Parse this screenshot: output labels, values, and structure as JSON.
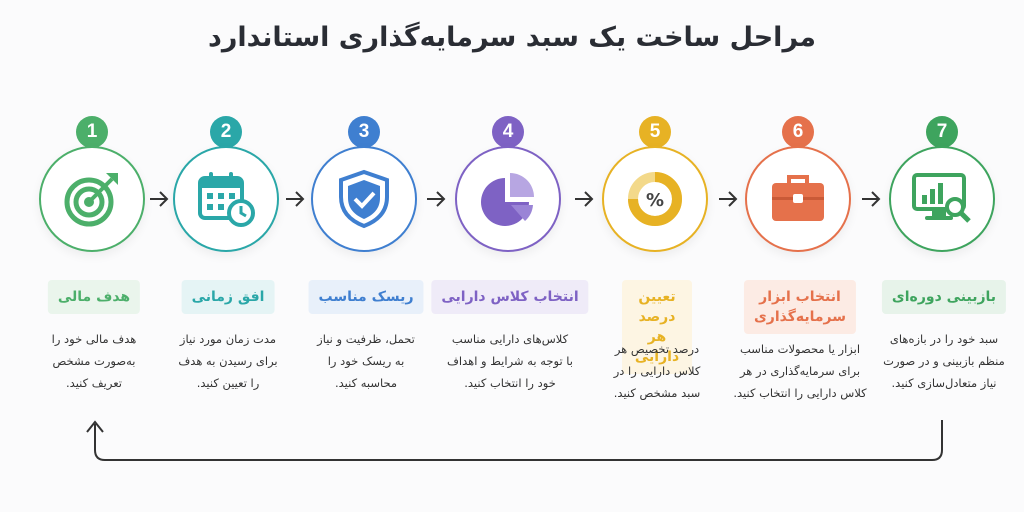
{
  "title": "مراحل ساخت یک سبد سرمایه‌گذاری استاندارد",
  "steps": [
    {
      "number": "1",
      "label": "هدف مالی",
      "desc": [
        "هدف مالی خود را",
        "به‌صورت مشخص",
        "تعریف کنید."
      ],
      "icon": "target-icon",
      "color": "#4caf6a",
      "bg": "#eaf5ec"
    },
    {
      "number": "2",
      "label": "افق زمانی",
      "desc": [
        "مدت زمان مورد نیاز",
        "برای رسیدن به هدف",
        "را تعیین کنید."
      ],
      "icon": "calendar-clock-icon",
      "color": "#2aa7a8",
      "bg": "#e5f4f5"
    },
    {
      "number": "3",
      "label": "ریسک مناسب",
      "desc": [
        "تحمل، ظرفیت و نیاز",
        "به ریسک خود را",
        "محاسبه کنید."
      ],
      "icon": "shield-check-icon",
      "color": "#3f7fd0",
      "bg": "#e8f0fa"
    },
    {
      "number": "4",
      "label": "انتخاب کلاس دارایی",
      "desc": [
        "کلاس‌های دارایی مناسب",
        "با توجه به شرایط و اهداف",
        "خود را انتخاب کنید."
      ],
      "icon": "pie-chart-icon",
      "color": "#7e62c4",
      "bg": "#efebf8"
    },
    {
      "number": "5",
      "label": "تعیین درصد\nهر دارایی",
      "desc": [
        "درصد تخصیص هر",
        "کلاس دارایی را در",
        "سبد مشخص کنید."
      ],
      "icon": "percent-donut-icon",
      "color": "#e7b224",
      "bg": "#fdf5e3"
    },
    {
      "number": "6",
      "label": "انتخاب ابزار\nسرمایه‌گذاری",
      "desc": [
        "ابزار یا محصولات مناسب",
        "برای سرمایه‌گذاری در هر",
        "کلاس دارایی را انتخاب کنید."
      ],
      "icon": "briefcase-icon",
      "color": "#e5714b",
      "bg": "#fcebe4"
    },
    {
      "number": "7",
      "label": "بازبینی دوره‌ای",
      "desc": [
        "سبد خود را در بازه‌های",
        "منظم بازبینی و در صورت",
        "نیاز متعادل‌سازی کنید."
      ],
      "icon": "monitor-chart-icon",
      "color": "#3ea45e",
      "bg": "#e7f3ea"
    }
  ]
}
